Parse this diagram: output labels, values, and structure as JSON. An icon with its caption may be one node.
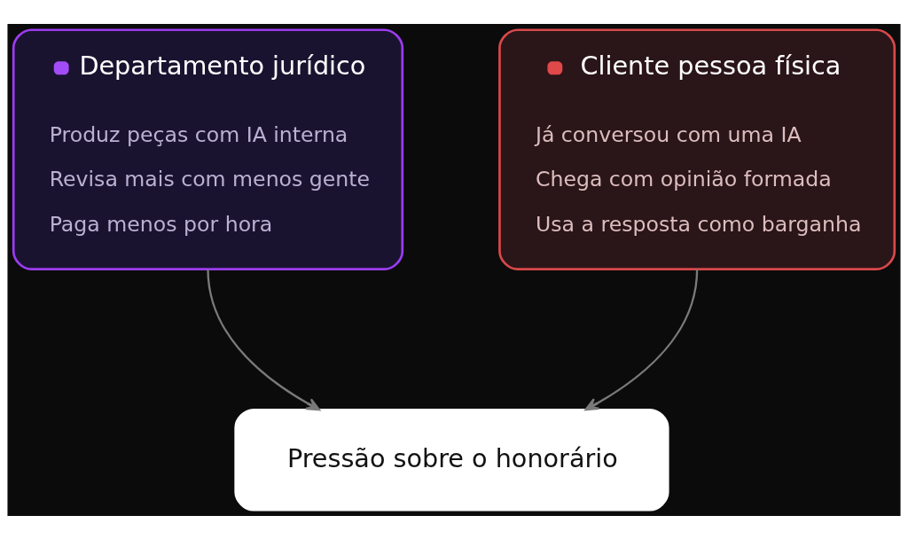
{
  "diagram": {
    "nodes": [
      {
        "text": [
          "Departamento jurídico",
          "Produz peças com IA interna",
          "Revisa mais com menos gente",
          "Paga menos por hora"
        ]
      },
      {
        "text": [
          "Cliente pessoa física",
          "Já conversou com uma IA",
          "Chega com opinião formada",
          "Usa a resposta como barganha"
        ]
      },
      {
        "text": [
          "Pressão sobre o honorário"
        ]
      }
    ],
    "edges": [
      {
        "from": 0,
        "to": 2,
        "arrow": "to"
      },
      {
        "from": 1,
        "to": 2,
        "arrow": "to"
      }
    ]
  }
}
